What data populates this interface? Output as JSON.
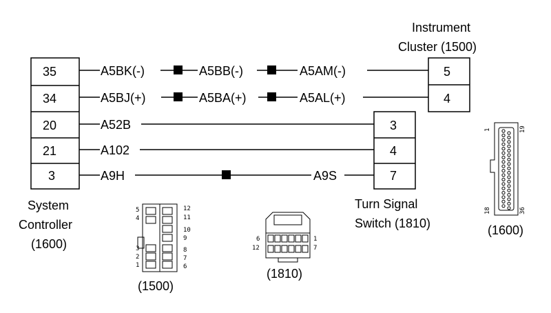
{
  "system_controller": {
    "title_line1": "System",
    "title_line2": "Controller",
    "title_line3": "(1600)",
    "pins": [
      "35",
      "34",
      "20",
      "21",
      "3"
    ]
  },
  "instrument_cluster": {
    "title_line1": "Instrument",
    "title_line2": "Cluster (1500)",
    "pins": [
      "5",
      "4"
    ]
  },
  "turn_signal_switch": {
    "title_line1": "Turn Signal",
    "title_line2": "Switch (1810)",
    "pins": [
      "3",
      "4",
      "7"
    ]
  },
  "wires": {
    "w35": [
      "A5BK(-)",
      "A5BB(-)",
      "A5AM(-)"
    ],
    "w34": [
      "A5BJ(+)",
      "A5BA(+)",
      "A5AL(+)"
    ],
    "w20": "A52B",
    "w21": "A102",
    "w3_left": "A9H",
    "w3_right": "A9S"
  },
  "connectors": {
    "c1500": {
      "caption": "(1500)",
      "left_pins": [
        "5",
        "4",
        "3",
        "2",
        "1"
      ],
      "right_pins": [
        "12",
        "11",
        "10",
        "9",
        "8",
        "7",
        "6"
      ]
    },
    "c1810": {
      "caption": "(1810)",
      "left_pins": [
        "6",
        "12"
      ],
      "right_pins": [
        "1",
        "7"
      ]
    },
    "c1600": {
      "caption": "(1600)",
      "corner_pins": [
        "1",
        "19",
        "18",
        "36"
      ]
    }
  }
}
